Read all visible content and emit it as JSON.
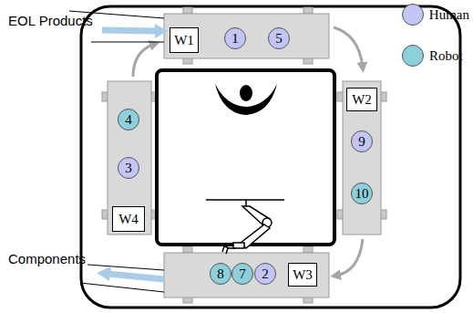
{
  "diagram": {
    "nodes": [
      {
        "text": [
          "W1"
        ]
      },
      {
        "text": [
          "1"
        ]
      },
      {
        "text": [
          "5"
        ]
      },
      {
        "text": [
          "W2"
        ]
      },
      {
        "text": [
          "9"
        ]
      },
      {
        "text": [
          "10"
        ]
      },
      {
        "text": [
          "8"
        ]
      },
      {
        "text": [
          "7"
        ]
      },
      {
        "text": [
          "2"
        ]
      },
      {
        "text": [
          "W3"
        ]
      },
      {
        "text": [
          "4"
        ]
      },
      {
        "text": [
          "3"
        ]
      },
      {
        "text": [
          "W4"
        ]
      }
    ],
    "labels": [
      "EOL Products",
      "Components"
    ],
    "legend": [
      {
        "text": "Human",
        "color": "#c3c6f4"
      },
      {
        "text": "Robot",
        "color": "#8dcfda"
      }
    ]
  }
}
